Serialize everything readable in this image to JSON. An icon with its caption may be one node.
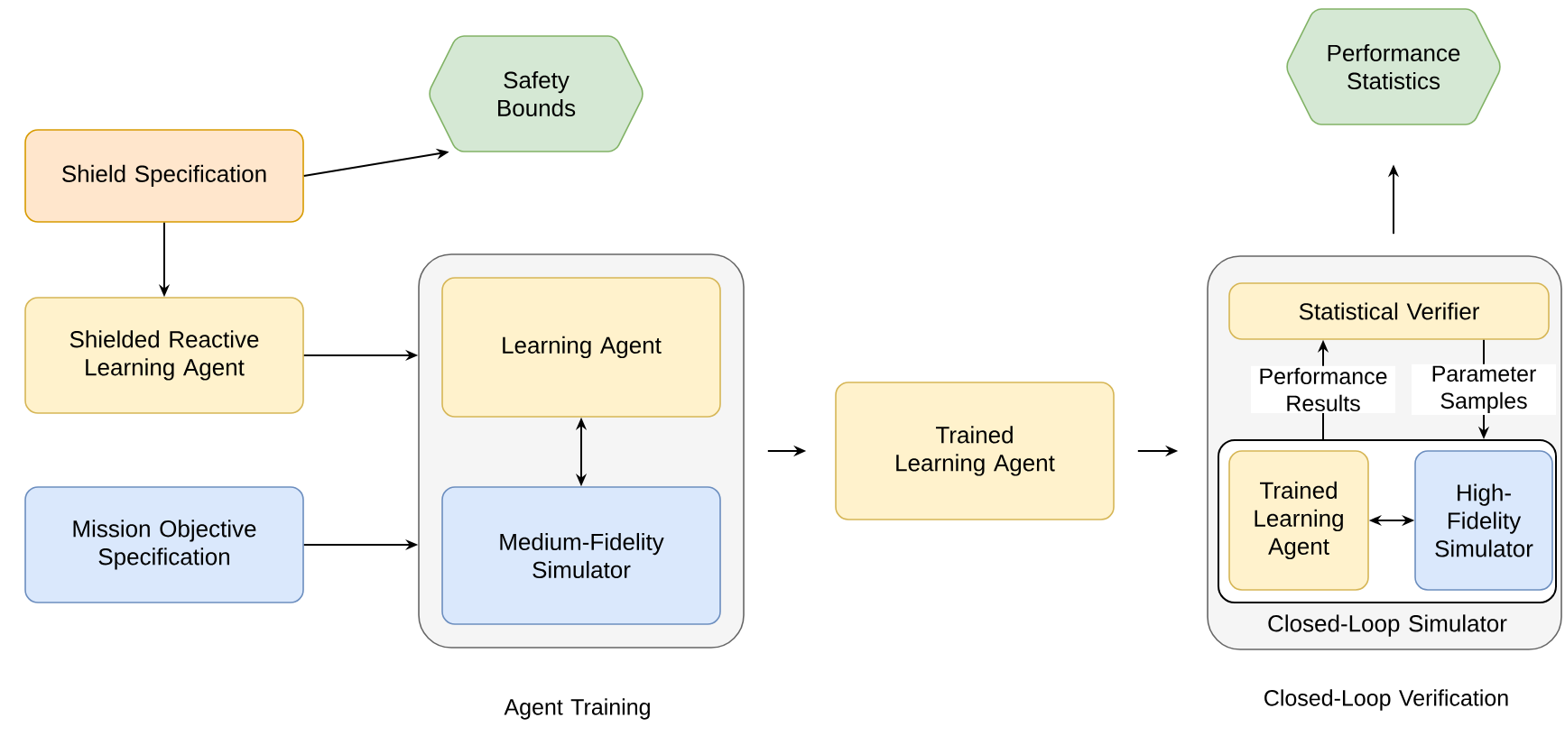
{
  "diagram": {
    "nodes": [
      {
        "text": [
          "Safety Bounds"
        ]
      },
      {
        "text": [
          "Shield Specification"
        ]
      },
      {
        "text": [
          "Shielded Reactive Learning Agent"
        ]
      },
      {
        "text": [
          "Mission Objective Specification"
        ]
      },
      {
        "text": [],
        "shape": "box",
        "beside": [
          "Agent Training"
        ]
      },
      {
        "text": [
          "Learning Agent"
        ],
        "in": 4
      },
      {
        "text": [
          "Medium-Fidelity Simulator"
        ],
        "in": 4
      },
      {
        "text": [
          "Trained Learning Agent"
        ]
      },
      {
        "text": [
          "Performance Statistics"
        ]
      },
      {
        "text": [],
        "shape": "box",
        "beside": [
          "Closed-Loop Verification"
        ]
      },
      {
        "text": [
          "Statistical Verifier"
        ],
        "in": 9
      },
      {
        "text": [
          "Closed-Loop Simulator"
        ],
        "in": 9
      },
      {
        "text": [
          "Trained Learning Agent"
        ],
        "in": 11
      },
      {
        "text": [
          "High-Fidelity Simulator"
        ],
        "in": 11
      }
    ],
    "edges": [
      {
        "from": 1,
        "to": 0,
        "arrow": "to"
      },
      {
        "from": 1,
        "to": 2,
        "arrow": "to"
      },
      {
        "from": 2,
        "to": 4,
        "arrow": "to"
      },
      {
        "from": 3,
        "to": 4,
        "arrow": "to"
      },
      {
        "from": 5,
        "to": 6,
        "arrow": "both"
      },
      {
        "from": 4,
        "to": 7,
        "arrow": "to"
      },
      {
        "from": 7,
        "to": 9,
        "arrow": "to"
      },
      {
        "from": 9,
        "to": 8,
        "arrow": "to"
      },
      {
        "from": 11,
        "to": 10,
        "arrow": "to",
        "label": "Performance Results"
      },
      {
        "from": 10,
        "to": 11,
        "arrow": "to",
        "label": "Parameter Samples"
      },
      {
        "from": 12,
        "to": 13,
        "arrow": "both"
      }
    ]
  }
}
